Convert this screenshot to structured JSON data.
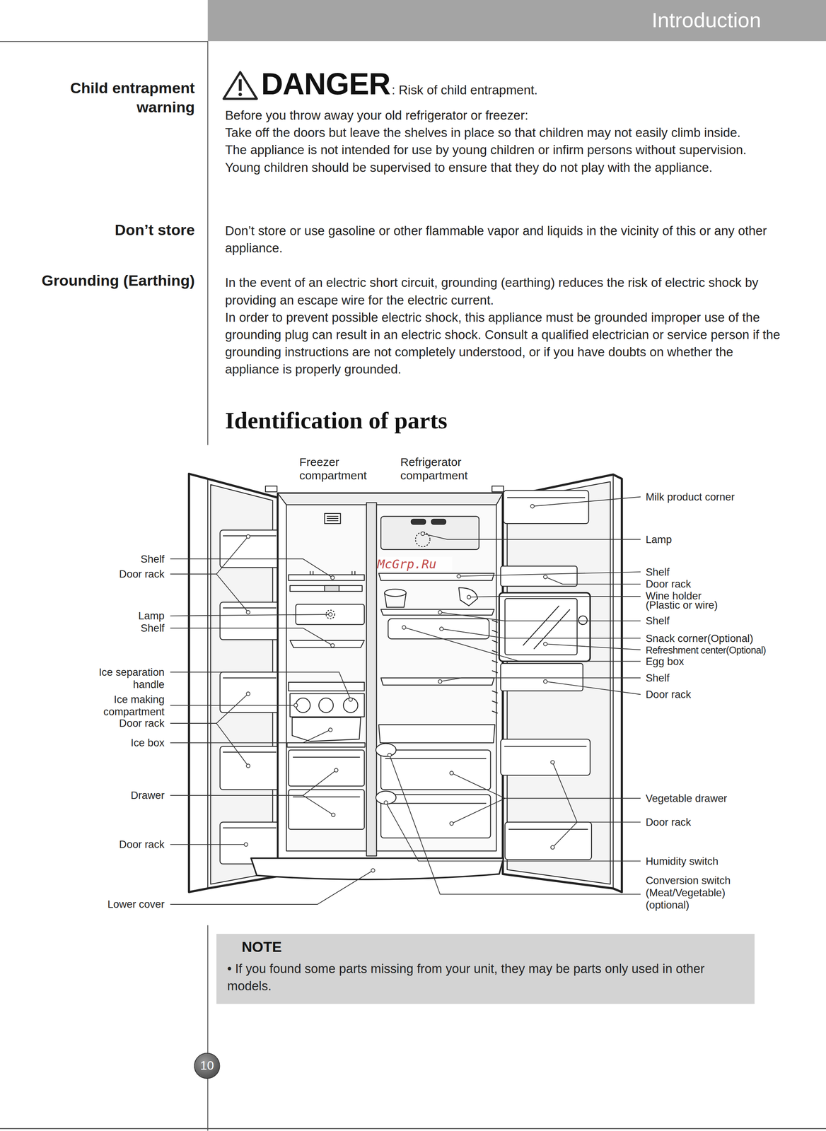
{
  "diagram": {
    "title": "Identification of parts",
    "nodes": [
      {
        "text": [
          "Introduction"
        ]
      },
      {
        "text": [
          "NOTE",
          "• If you found some parts missing from your unit, they may be parts only used in other models."
        ]
      },
      {
        "text": [
          "10"
        ]
      }
    ],
    "labels": [
      "Child entrapment warning",
      "DANGER",
      ": Risk of child entrapment.",
      "Before you throw away your old refrigerator or freezer:",
      "Take off the doors but leave the shelves in place so that children may not easily climb inside.",
      "The appliance is not intended for use by young children or infirm persons without supervision.",
      "Young children should be supervised to ensure that they do not play with the appliance.",
      "Don’t store",
      "Don’t store or use gasoline or other flammable vapor and liquids in the vicinity of this or any other appliance.",
      "Grounding (Earthing)",
      "In the event of an electric short circuit, grounding (earthing) reduces the risk of electric shock by providing an escape wire for the electric current.",
      "In order to prevent possible electric shock, this appliance must be grounded improper use of the grounding plug can result in an electric shock. Consult a qualified electrician or service person if the grounding instructions are not completely understood, or if you have doubts on whether the appliance is properly grounded.",
      "Freezer compartment",
      "Refrigerator compartment",
      "McGrp.Ru",
      "Shelf",
      "Door rack",
      "Lamp",
      "Shelf",
      "Ice separation handle",
      "Ice making compartment",
      "Door rack",
      "Ice box",
      "Drawer",
      "Door rack",
      "Lower cover",
      "Milk product corner",
      "Lamp",
      "Shelf",
      "Door rack",
      "Wine holder (Plastic or wire)",
      "Shelf",
      "Snack corner(Optional)",
      "Refreshment center(Optional)",
      "Egg box",
      "Shelf",
      "Door rack",
      "Vegetable drawer",
      "Door rack",
      "Humidity switch",
      "Conversion switch (Meat/Vegetable) (optional)"
    ]
  }
}
